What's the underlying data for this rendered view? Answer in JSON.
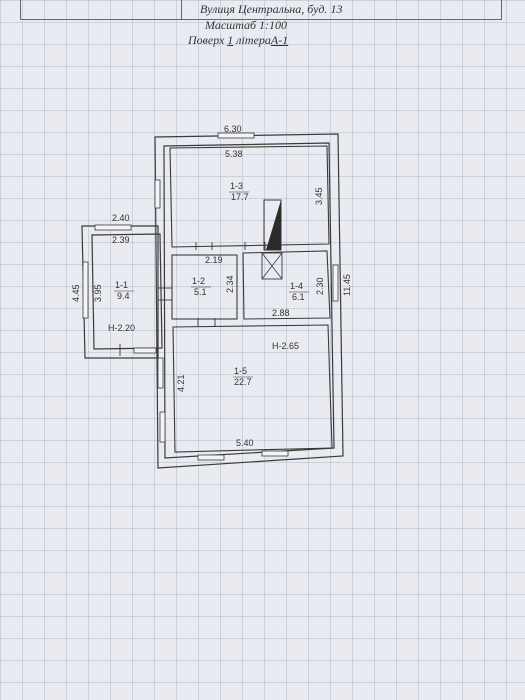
{
  "header": {
    "address": "Вулиця Центральна, буд. 13",
    "scale_label": "Масштаб 1:100",
    "floor_prefix": "Поверх ",
    "floor_number": "1",
    "litera_prefix": " літера",
    "litera_value": "А-1"
  },
  "dims": {
    "top_outer": "6.30",
    "top_inner": "5.38",
    "room13_height": "3.45",
    "left_outer": "2.40",
    "left_inner": "2.39",
    "room12_width": "2.19",
    "room12_height": "2.34",
    "room14_height": "2.30",
    "right_total": "11.45",
    "left_total": "4.45",
    "room11_height": "3.95",
    "room14_width": "2.88",
    "room15_height": "4.21",
    "bottom_inner": "5.40"
  },
  "rooms": {
    "r11": {
      "id": "1-1",
      "area": "9.4"
    },
    "r12": {
      "id": "1-2",
      "area": "5.1"
    },
    "r13": {
      "id": "1-3",
      "area": "17.7"
    },
    "r14": {
      "id": "1-4",
      "area": "6.1"
    },
    "r15": {
      "id": "1-5",
      "area": "22.7"
    }
  },
  "heights": {
    "left": "Н-2.20",
    "main": "Н-2.65"
  }
}
